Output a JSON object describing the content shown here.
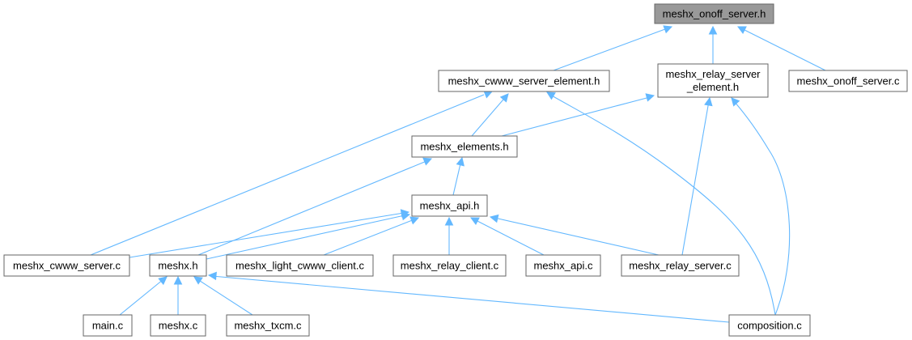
{
  "diagram": {
    "type": "include-dependency-graph",
    "colors": {
      "edge": "#63b8ff",
      "root_fill": "#999999",
      "node_border": "#666666"
    },
    "nodes": [
      {
        "id": "onoff_h",
        "lines": [
          "meshx_onoff_server.h"
        ],
        "root": true
      },
      {
        "id": "cwww_el_h",
        "lines": [
          "meshx_cwww_server_element.h"
        ]
      },
      {
        "id": "relay_el_h",
        "lines": [
          "meshx_relay_server",
          "_element.h"
        ]
      },
      {
        "id": "onoff_c",
        "lines": [
          "meshx_onoff_server.c"
        ]
      },
      {
        "id": "elements_h",
        "lines": [
          "meshx_elements.h"
        ]
      },
      {
        "id": "api_h",
        "lines": [
          "meshx_api.h"
        ]
      },
      {
        "id": "cwww_server_c",
        "lines": [
          "meshx_cwww_server.c"
        ]
      },
      {
        "id": "meshx_h",
        "lines": [
          "meshx.h"
        ]
      },
      {
        "id": "light_client_c",
        "lines": [
          "meshx_light_cwww_client.c"
        ]
      },
      {
        "id": "relay_client_c",
        "lines": [
          "meshx_relay_client.c"
        ]
      },
      {
        "id": "api_c",
        "lines": [
          "meshx_api.c"
        ]
      },
      {
        "id": "relay_server_c",
        "lines": [
          "meshx_relay_server.c"
        ]
      },
      {
        "id": "main_c",
        "lines": [
          "main.c"
        ]
      },
      {
        "id": "meshx_c",
        "lines": [
          "meshx.c"
        ]
      },
      {
        "id": "txcm_c",
        "lines": [
          "meshx_txcm.c"
        ]
      },
      {
        "id": "composition_c",
        "lines": [
          "composition.c"
        ]
      }
    ],
    "edges": [
      {
        "from": "cwww_el_h",
        "to": "onoff_h"
      },
      {
        "from": "relay_el_h",
        "to": "onoff_h"
      },
      {
        "from": "onoff_c",
        "to": "onoff_h"
      },
      {
        "from": "elements_h",
        "to": "cwww_el_h"
      },
      {
        "from": "cwww_server_c",
        "to": "cwww_el_h"
      },
      {
        "from": "composition_c",
        "to": "cwww_el_h"
      },
      {
        "from": "elements_h",
        "to": "relay_el_h"
      },
      {
        "from": "relay_server_c",
        "to": "relay_el_h"
      },
      {
        "from": "composition_c",
        "to": "relay_el_h"
      },
      {
        "from": "api_h",
        "to": "elements_h"
      },
      {
        "from": "meshx_h",
        "to": "elements_h"
      },
      {
        "from": "cwww_server_c",
        "to": "api_h"
      },
      {
        "from": "meshx_h",
        "to": "api_h"
      },
      {
        "from": "light_client_c",
        "to": "api_h"
      },
      {
        "from": "relay_client_c",
        "to": "api_h"
      },
      {
        "from": "api_c",
        "to": "api_h"
      },
      {
        "from": "relay_server_c",
        "to": "api_h"
      },
      {
        "from": "main_c",
        "to": "meshx_h"
      },
      {
        "from": "meshx_c",
        "to": "meshx_h"
      },
      {
        "from": "txcm_c",
        "to": "meshx_h"
      },
      {
        "from": "composition_c",
        "to": "meshx_h"
      }
    ]
  }
}
